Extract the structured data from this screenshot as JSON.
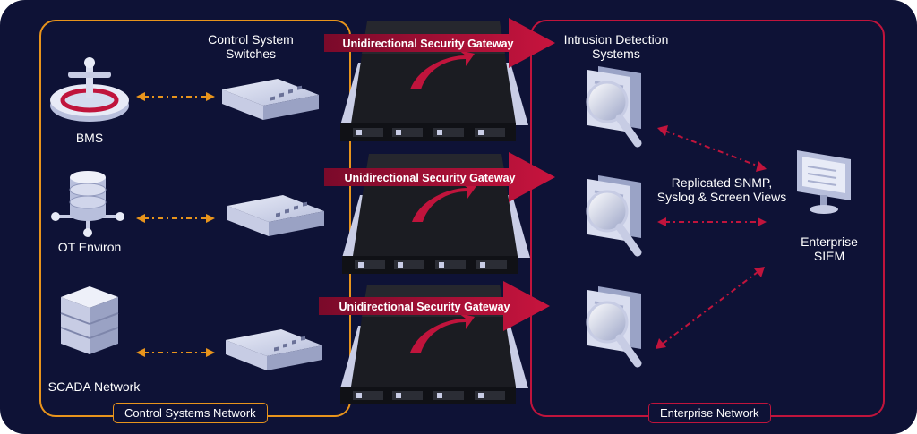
{
  "panels": {
    "control_systems_label": "Control Systems Network",
    "enterprise_label": "Enterprise Network"
  },
  "headers": {
    "control_switches": "Control System\nSwitches",
    "ids": "Intrusion Detection\nSystems"
  },
  "sources": [
    {
      "label": "BMS",
      "icon": "bms-icon"
    },
    {
      "label": "OT Environ",
      "icon": "database-icon"
    },
    {
      "label": "SCADA Network",
      "icon": "server-stack-icon"
    }
  ],
  "gateways": [
    {
      "label": "Unidirectional Security Gateway"
    },
    {
      "label": "Unidirectional Security Gateway"
    },
    {
      "label": "Unidirectional Security Gateway"
    }
  ],
  "replication_text": "Replicated SNMP,\nSyslog & Screen Views",
  "siem_label": "Enterprise\nSIEM",
  "colors": {
    "background": "#0e1236",
    "control_network": "#e8941c",
    "enterprise_network": "#c0143c",
    "gateway_arrow": "#b3123a"
  }
}
